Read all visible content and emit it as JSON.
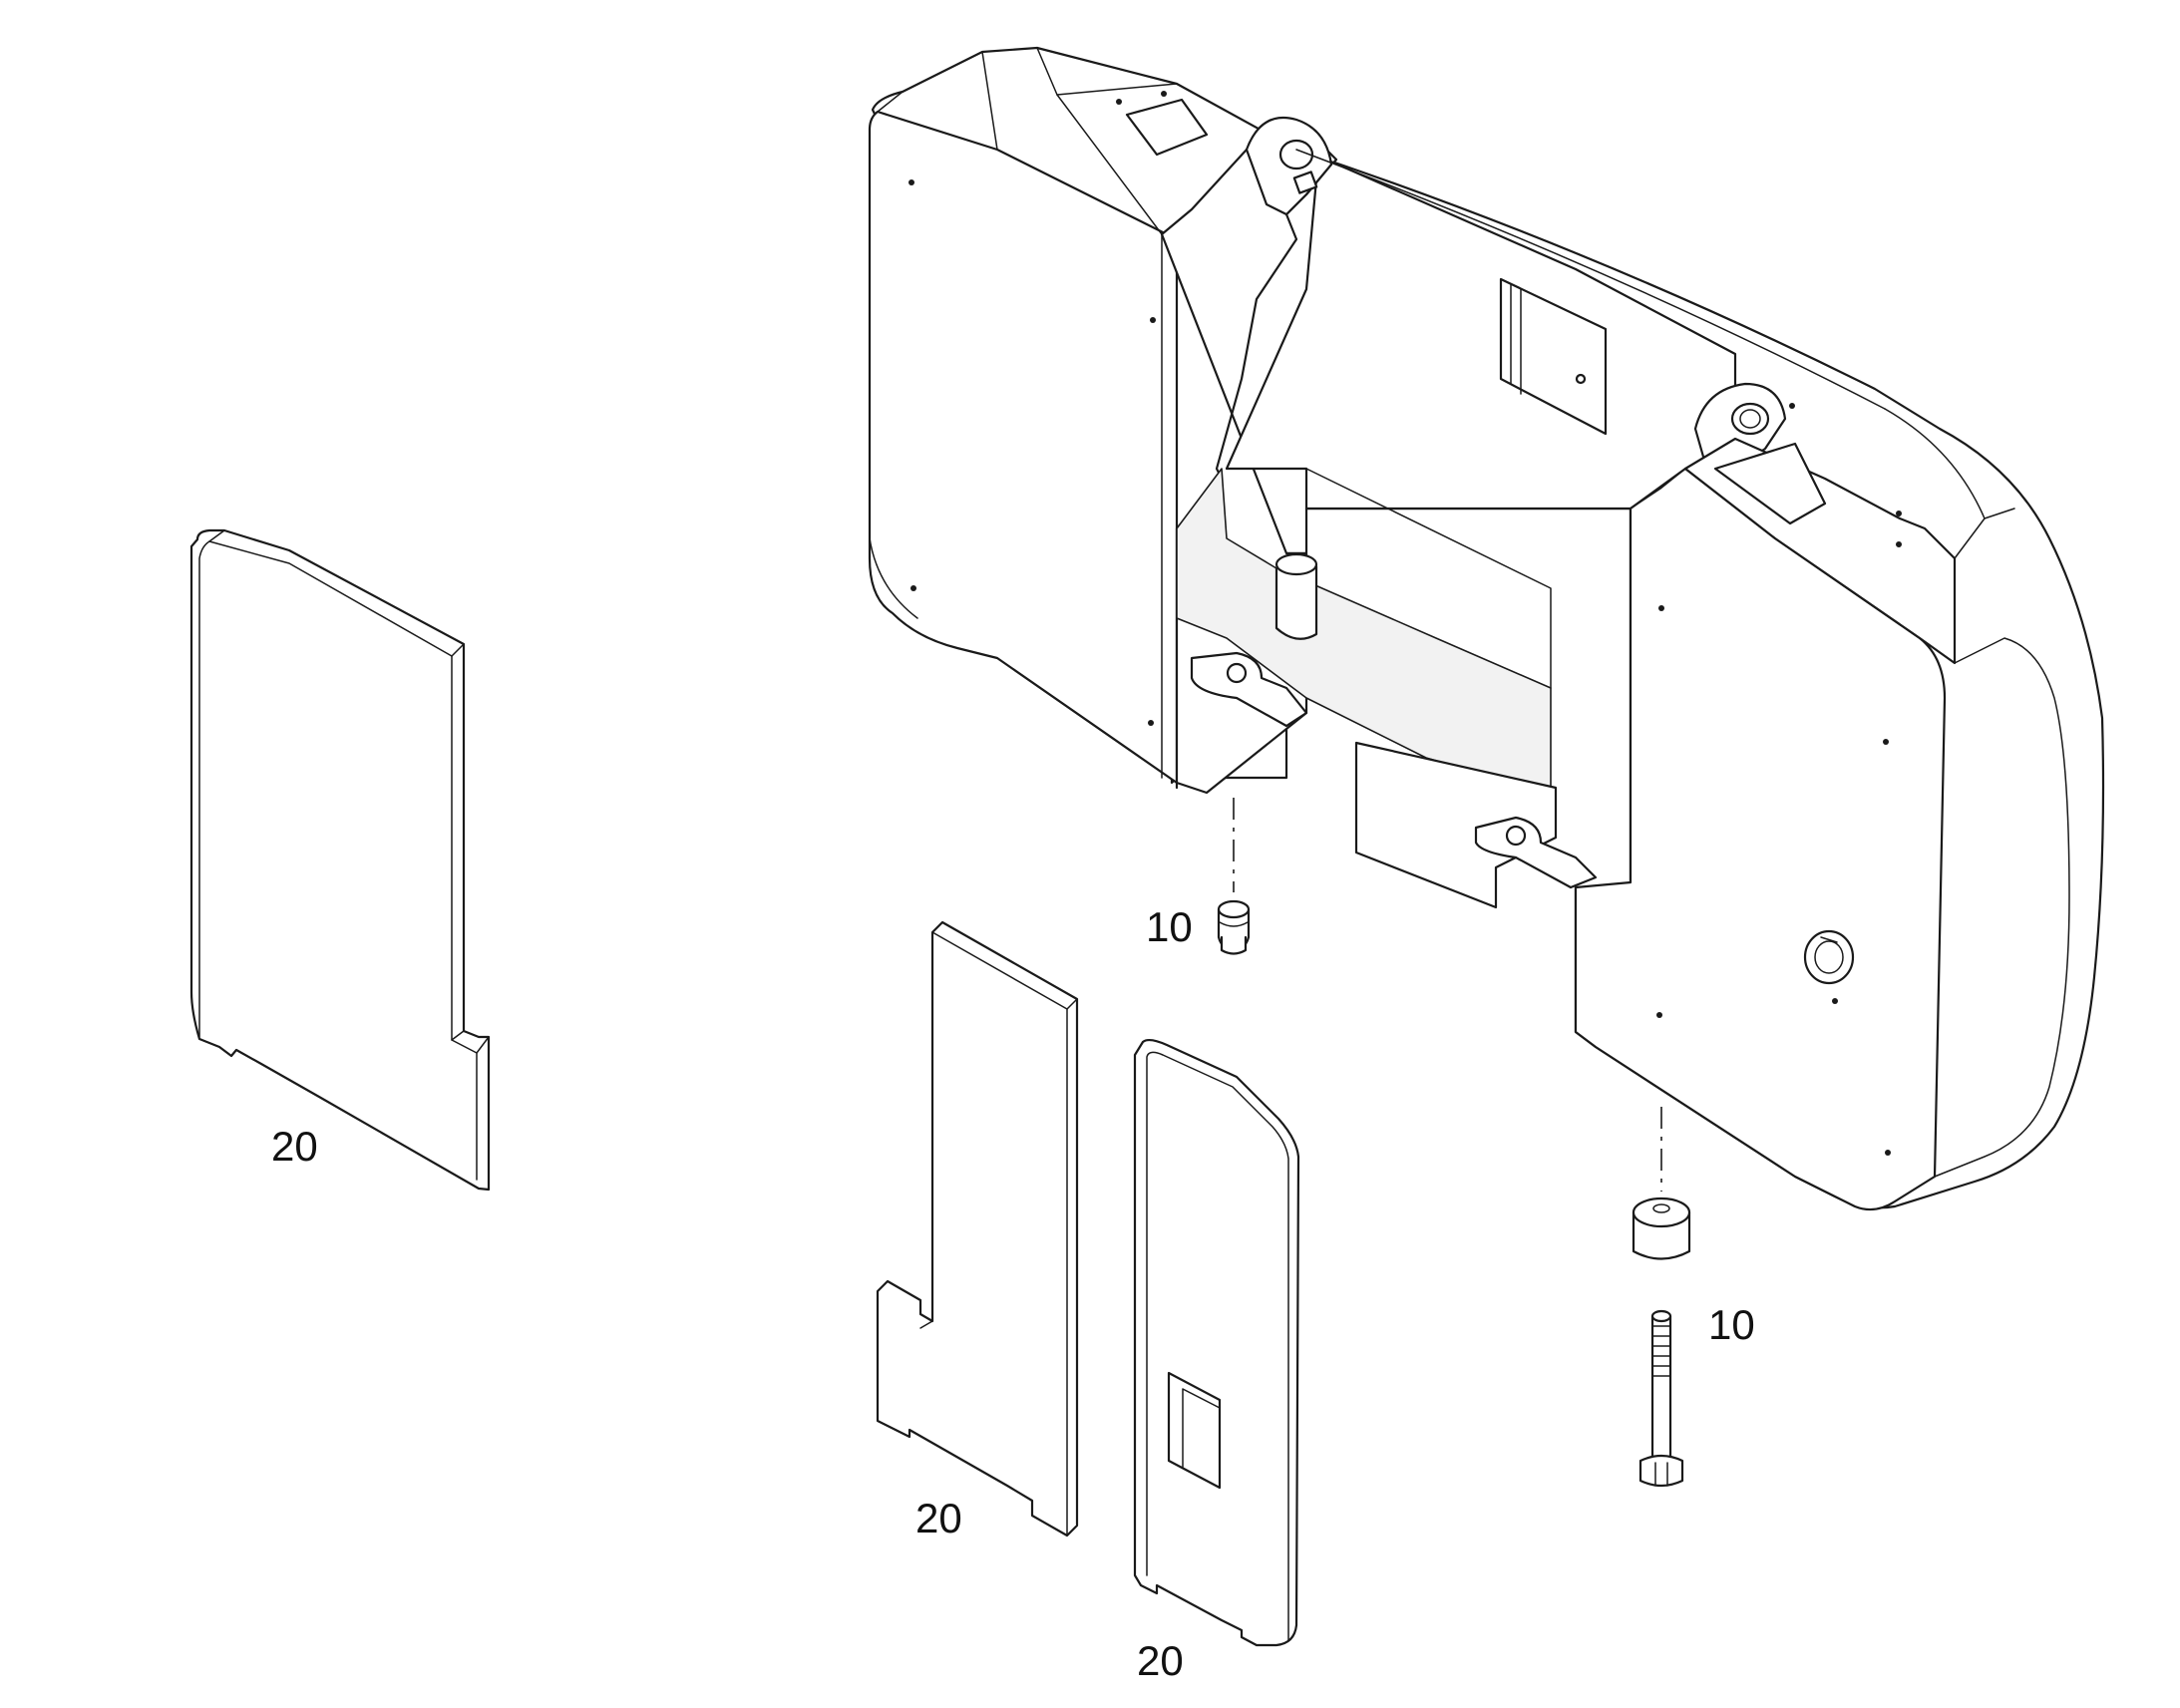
{
  "callouts": {
    "left_plate": "20",
    "middle_plate": "20",
    "right_plate": "20",
    "upper_fastener": "10",
    "lower_fastener": "10"
  }
}
